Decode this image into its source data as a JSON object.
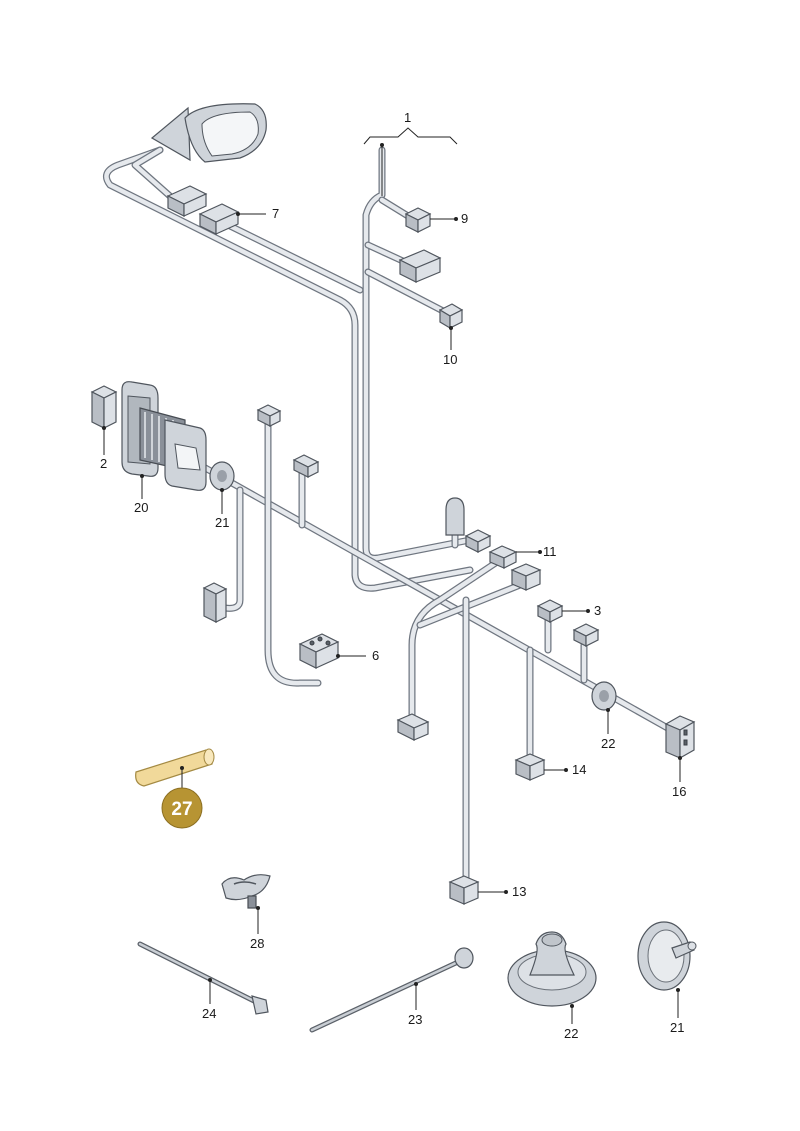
{
  "labels": {
    "l1": "1",
    "l2": "2",
    "l3": "3",
    "l6": "6",
    "l7": "7",
    "l9": "9",
    "l10": "10",
    "l11": "11",
    "l13": "13",
    "l14": "14",
    "l16": "16",
    "l20": "20",
    "l21a": "21",
    "l21b": "21",
    "l22a": "22",
    "l22b": "22",
    "l23": "23",
    "l24": "24",
    "l28": "28"
  },
  "highlight": {
    "label": "27",
    "badge_color": "#b79433",
    "part_color": "#f1d99a"
  }
}
